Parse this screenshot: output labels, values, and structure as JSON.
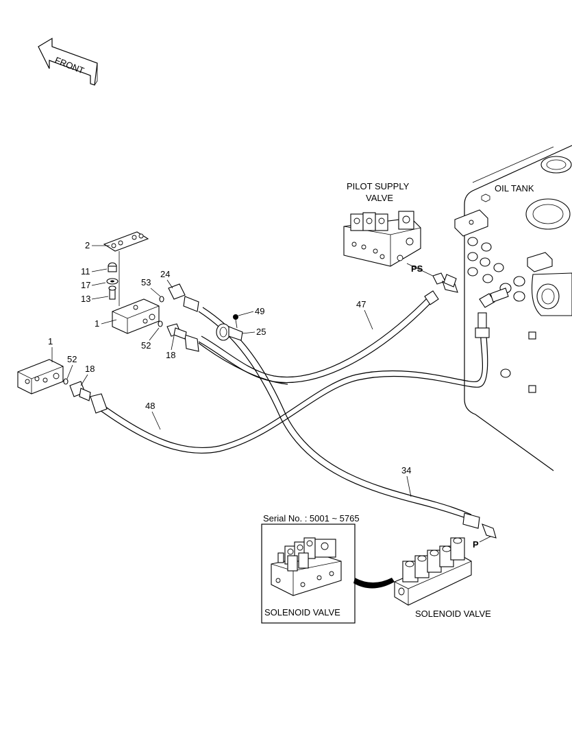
{
  "labels": {
    "front": "FRONT",
    "pilot_supply_valve_line1": "PILOT SUPPLY",
    "pilot_supply_valve_line2": "VALVE",
    "oil_tank": "OIL TANK",
    "port_ps": "PS",
    "port_p": "P",
    "solenoid_valve": "SOLENOID VALVE",
    "inset_serial": "Serial No. : 5001 ~ 5765",
    "inset_solenoid_valve": "SOLENOID VALVE"
  },
  "callouts": {
    "c2": "2",
    "c11": "11",
    "c17": "17",
    "c13": "13",
    "c53": "53",
    "c24": "24",
    "c1a": "1",
    "c52a": "52",
    "c18a": "18",
    "c49": "49",
    "c25": "25",
    "c47": "47",
    "c1b": "1",
    "c52b": "52",
    "c18b": "18",
    "c48": "48",
    "c34": "34"
  },
  "colors": {
    "line": "#000000",
    "background": "#ffffff"
  }
}
